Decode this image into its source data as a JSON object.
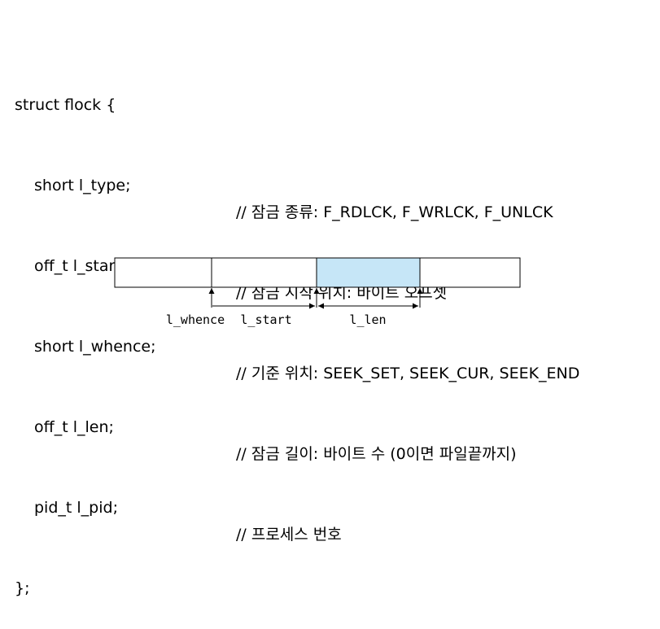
{
  "code": {
    "header": "struct flock {",
    "fields": [
      {
        "decl": "short l_type;",
        "comment": "// 잠금 종류: F_RDLCK, F_WRLCK, F_UNLCK"
      },
      {
        "decl": "off_t l_start;",
        "comment": "// 잠금 시작 위치: 바이트 오프셋"
      },
      {
        "decl": "short l_whence;",
        "comment": "// 기준 위치: SEEK_SET, SEEK_CUR, SEEK_END"
      },
      {
        "decl": "off_t l_len;",
        "comment": "// 잠금 길이: 바이트 수 (0이면 파일끝까지)"
      },
      {
        "decl": "pid_t l_pid;",
        "comment": "// 프로세스 번호"
      }
    ],
    "footer": "};"
  },
  "diagram": {
    "labels": {
      "whence": "l_whence",
      "start": "l_start",
      "len": "l_len"
    },
    "colors": {
      "locked_region": "#c6e6f7",
      "border": "#000000"
    }
  }
}
